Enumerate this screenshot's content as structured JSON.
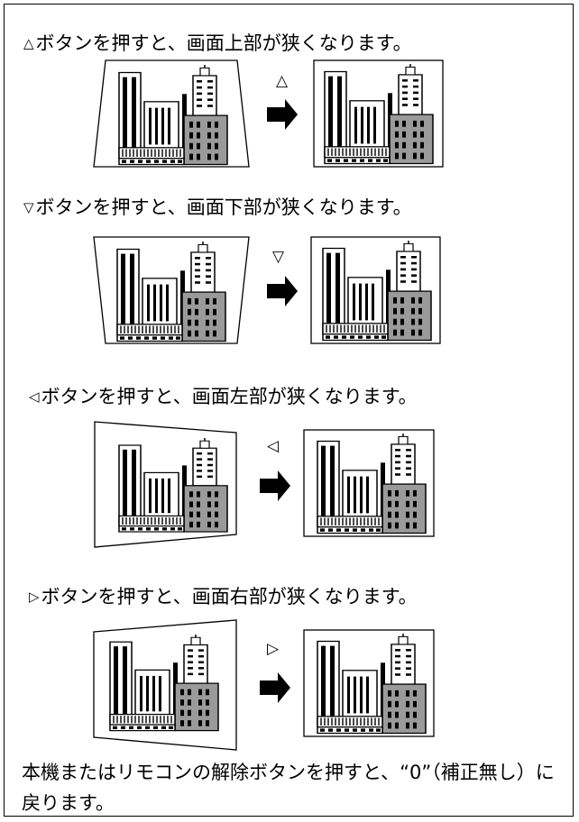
{
  "sections": [
    {
      "symbol": "△",
      "text": "ボタンを押すと、画面上部が狭くなります。"
    },
    {
      "symbol": "▽",
      "text": "ボタンを押すと、画面下部が狭くなります。"
    },
    {
      "symbol": "◁",
      "text": "ボタンを押すと、画面左部が狭くなります。"
    },
    {
      "symbol": "▷",
      "text": "ボタンを押すと、画面右部が狭くなります。"
    }
  ],
  "note": "本機またはリモコンの解除ボタンを押すと、“0”（補正無し）に戻ります。",
  "colors": {
    "building_fill": "#9a9a9a",
    "line": "#000000",
    "bg": "#ffffff"
  }
}
